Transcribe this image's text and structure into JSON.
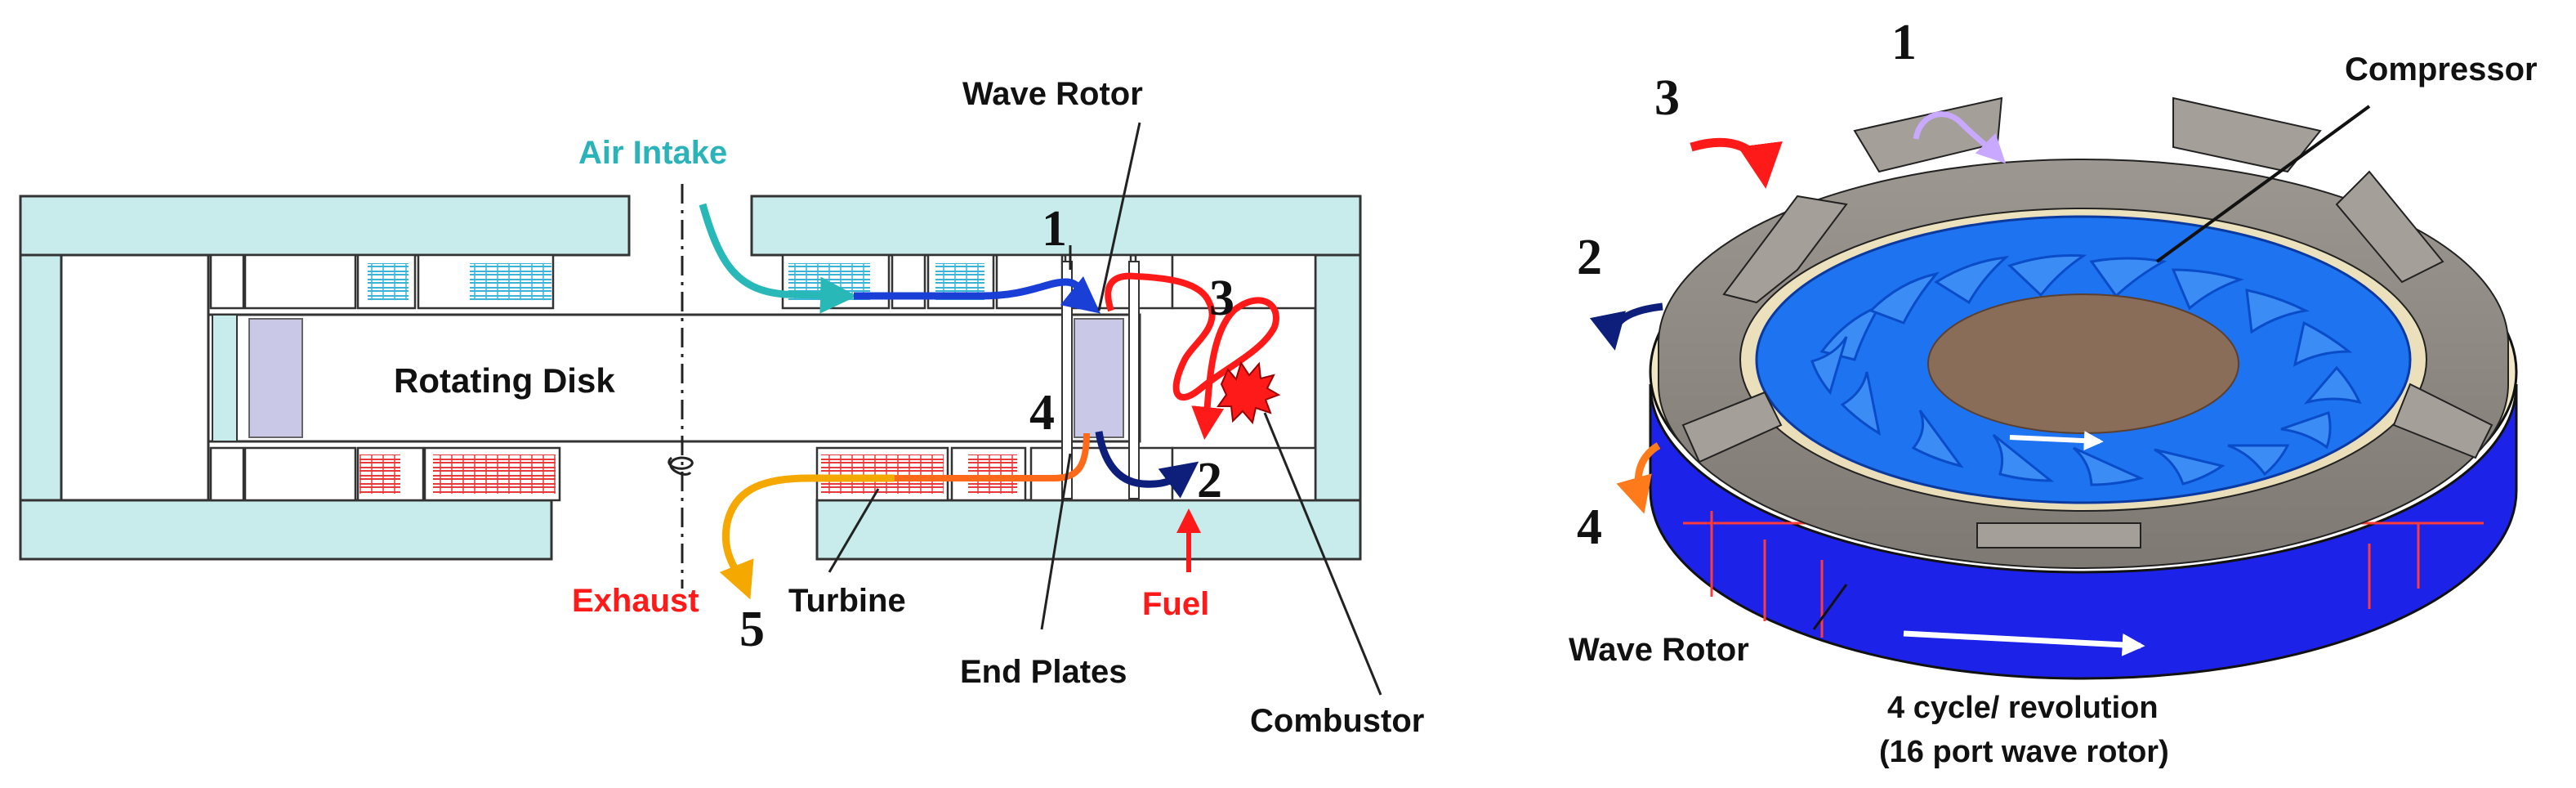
{
  "left_diagram": {
    "labels": {
      "air_intake": "Air Intake",
      "wave_rotor": "Wave Rotor",
      "rotating_disk": "Rotating Disk",
      "exhaust": "Exhaust",
      "turbine": "Turbine",
      "fuel": "Fuel",
      "end_plates": "End Plates",
      "combustor": "Combustor"
    },
    "numbers": {
      "n1": "1",
      "n2": "2",
      "n3": "3",
      "n4": "4",
      "n5": "5"
    }
  },
  "right_diagram": {
    "labels": {
      "compressor": "Compressor",
      "wave_rotor": "Wave Rotor",
      "cycle_line1": "4 cycle/ revolution",
      "cycle_line2": "(16 port wave rotor)"
    },
    "numbers": {
      "n1": "1",
      "n2": "2",
      "n3": "3",
      "n4": "4"
    }
  },
  "colors": {
    "housing": "#c8ecec",
    "disk": "#c9c8e6",
    "air": "#29b8b8",
    "cold_flow": "#1a3fd6",
    "hot_flow": "#ff1a1a",
    "exhaust_flow": "#f5a800",
    "dark_flow": "#0d1f7a",
    "exhaust_label": "#ff1a1a",
    "fuel_label": "#ff1a1a",
    "air_label": "#2ab3b8",
    "blade_blue": "#1e73f0",
    "rotor_blue": "#1d22e8",
    "plate_gray": "#8b8680"
  }
}
